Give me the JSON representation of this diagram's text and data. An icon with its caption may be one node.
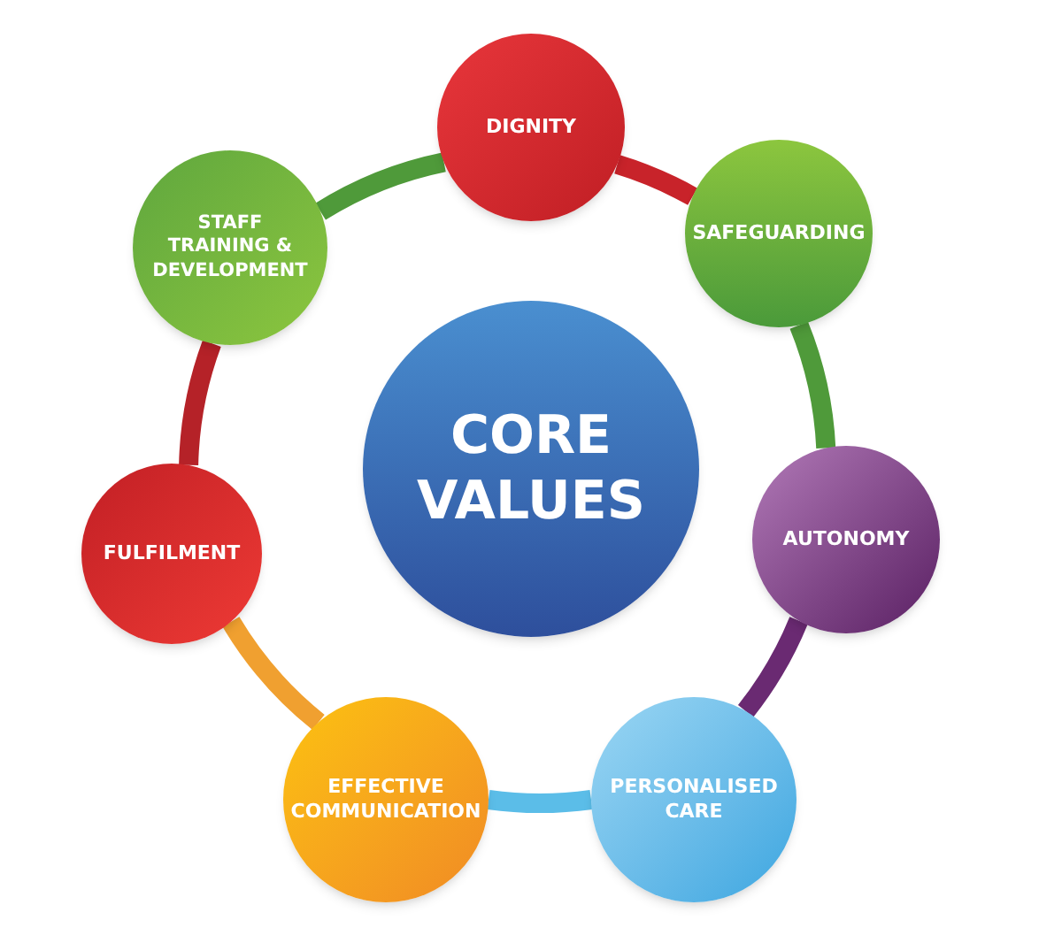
{
  "diagram": {
    "nodes": [
      {
        "text": [
          "CORE VALUES"
        ]
      },
      {
        "text": [
          "DIGNITY"
        ]
      },
      {
        "text": [
          "SAFEGUARDING"
        ]
      },
      {
        "text": [
          "AUTONOMY"
        ]
      },
      {
        "text": [
          "PERSONALISED CARE"
        ]
      },
      {
        "text": [
          "EFFECTIVE COMMUNICATION"
        ]
      },
      {
        "text": [
          "FULFILMENT"
        ]
      },
      {
        "text": [
          "STAFF TRAINING & DEVELOPMENT"
        ]
      }
    ],
    "edges": [
      {
        "from": 7,
        "to": 1,
        "arrow": "none",
        "color": "#4f9a3a"
      },
      {
        "from": 1,
        "to": 2,
        "arrow": "none",
        "color": "#c8232a"
      },
      {
        "from": 2,
        "to": 3,
        "arrow": "none",
        "color": "#4f9a3a"
      },
      {
        "from": 3,
        "to": 4,
        "arrow": "none",
        "color": "#6a2a72"
      },
      {
        "from": 4,
        "to": 5,
        "arrow": "none",
        "color": "#5bbde8"
      },
      {
        "from": 5,
        "to": 6,
        "arrow": "none",
        "color": "#f0a030"
      },
      {
        "from": 6,
        "to": 7,
        "arrow": "none",
        "color": "#b52228"
      }
    ]
  }
}
